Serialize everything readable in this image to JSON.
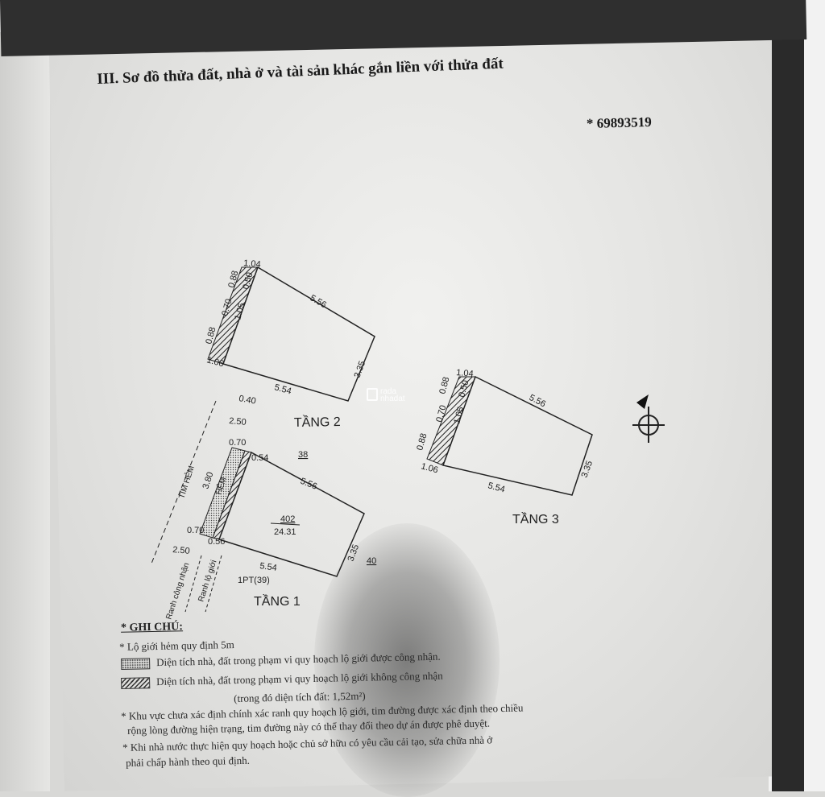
{
  "document": {
    "section_title": "III. Sơ đồ thửa đất, nhà ở và tài sản khác gắn liền với thửa đất",
    "serial": "* 69893519"
  },
  "watermark": {
    "line1": "rada",
    "line2": "nhadat"
  },
  "floor2": {
    "label": "TẦNG 2",
    "dims": {
      "top": "1.04",
      "a": "0.88",
      "b": "0.50",
      "c": "0.70",
      "d": "1.05",
      "e": "0.88",
      "long_top": "5.56",
      "bottom_short": "1.06",
      "long_bottom": "5.54",
      "right": "3.35"
    }
  },
  "floor3": {
    "label": "TẦNG 3",
    "dims": {
      "top": "1.04",
      "a": "0.88",
      "b": "0.50",
      "c": "0.70",
      "d": "1.05",
      "e": "0.88",
      "long_top": "5.56",
      "bottom_short": "1.06",
      "long_bottom": "5.54",
      "right": "3.35"
    }
  },
  "floor1": {
    "label": "TẦNG 1",
    "dims": {
      "d040": "0.40",
      "d250a": "2.50",
      "d070a": "0.70",
      "d054": "0.54",
      "d38": "38",
      "tim_hem": "TIM HẺM",
      "d380": "3.80",
      "hem": "HẺM",
      "long_top": "5.56",
      "parcel": "402",
      "area": "24.31",
      "right": "3.35",
      "d40": "40",
      "d070b": "0.70",
      "d056": "0.56",
      "d250b": "2.50",
      "long_bottom": "5.54",
      "pt": "1PT(39)",
      "ranh_cong_nhan": "Ranh công nhận",
      "ranh_lo_gioi": "Ranh lộ giới"
    }
  },
  "north_arrow": "north-arrow",
  "legend": {
    "title": "* GHI CHÚ:",
    "line1": "* Lộ giới hẻm quy định 5m",
    "line2": "Diện tích nhà, đất trong phạm vi quy hoạch lộ giới được công nhận.",
    "line3": "Diện tích nhà, đất trong phạm vi quy hoạch lộ giới không công nhận",
    "line3b": "(trong đó diện tích đất: 1,52m²)",
    "line4": "* Khu vực chưa xác định chính xác ranh quy hoạch lộ giới, tim đường được xác định theo chiều",
    "line4b": "rộng lòng đường hiện trạng, tim đường này có thể thay đổi theo dự án được phê duyệt.",
    "line5": "* Khi nhà nước thực hiện quy hoạch hoặc chủ sở hữu có yêu cầu cải tạo, sửa chữa nhà ở",
    "line5b": "phải chấp hành theo qui định."
  }
}
